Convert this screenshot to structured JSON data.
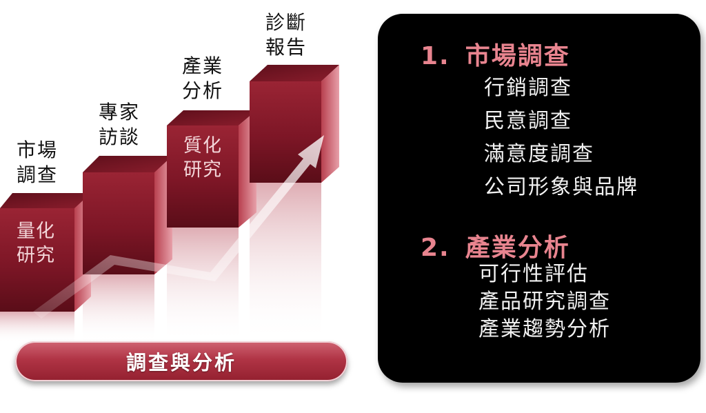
{
  "diagram": {
    "steps": [
      {
        "label": "市場\n調查",
        "face_label": "量化\n研究"
      },
      {
        "label": "專家\n訪談",
        "face_label": ""
      },
      {
        "label": "產業\n分析",
        "face_label": "質化\n研究"
      },
      {
        "label": "診斷\n報告",
        "face_label": ""
      }
    ],
    "caption": "調查與分析",
    "colors": {
      "block_front": "#8e1b2a",
      "block_top": "#6e1220",
      "block_side": "#c05562",
      "pill": "#b03445"
    }
  },
  "panel": {
    "sections": [
      {
        "number": "1.",
        "title": "市場調查",
        "items": [
          "行銷調查",
          "民意調查",
          "滿意度調查",
          "公司形象與品牌"
        ]
      },
      {
        "number": "2.",
        "title": "產業分析",
        "items": [
          "可行性評估",
          "產品研究調查",
          "產業趨勢分析"
        ]
      }
    ],
    "colors": {
      "background": "#000000",
      "title": "#e8848f",
      "item": "#f2f2f2"
    }
  }
}
